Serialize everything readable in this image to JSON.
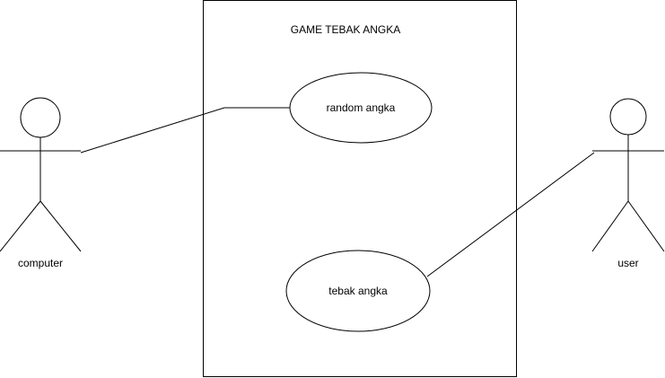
{
  "system": {
    "title": "GAME TEBAK ANGKA"
  },
  "actors": {
    "computer": {
      "label": "computer"
    },
    "user": {
      "label": "user"
    }
  },
  "use_cases": {
    "random": {
      "label": "random angka"
    },
    "tebak": {
      "label": "tebak angka"
    }
  },
  "colors": {
    "stroke": "#000000",
    "fill": "#ffffff"
  }
}
